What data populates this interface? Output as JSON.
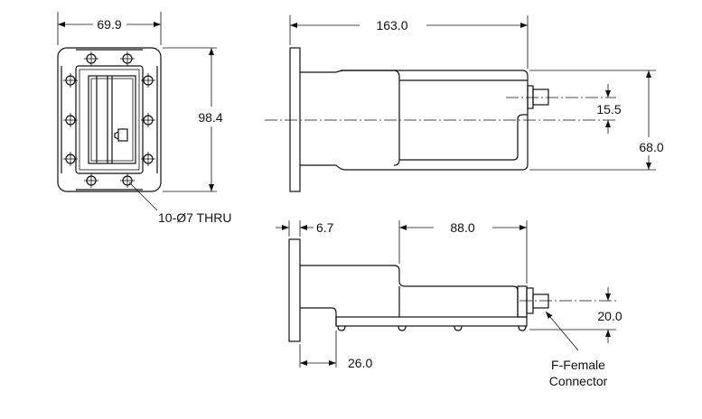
{
  "views": {
    "front": {
      "width_dim": "69.9",
      "height_dim": "98.4",
      "hole_note": "10-Ø7 THRU"
    },
    "top": {
      "length_dim": "163.0",
      "offset_dim": "15.5",
      "height_dim": "68.0"
    },
    "side": {
      "flange_dim": "6.7",
      "section_dim": "88.0",
      "base_dim": "26.0",
      "connector_height_dim": "20.0",
      "connector_note_line1": "F-Female",
      "connector_note_line2": "Connector"
    }
  }
}
